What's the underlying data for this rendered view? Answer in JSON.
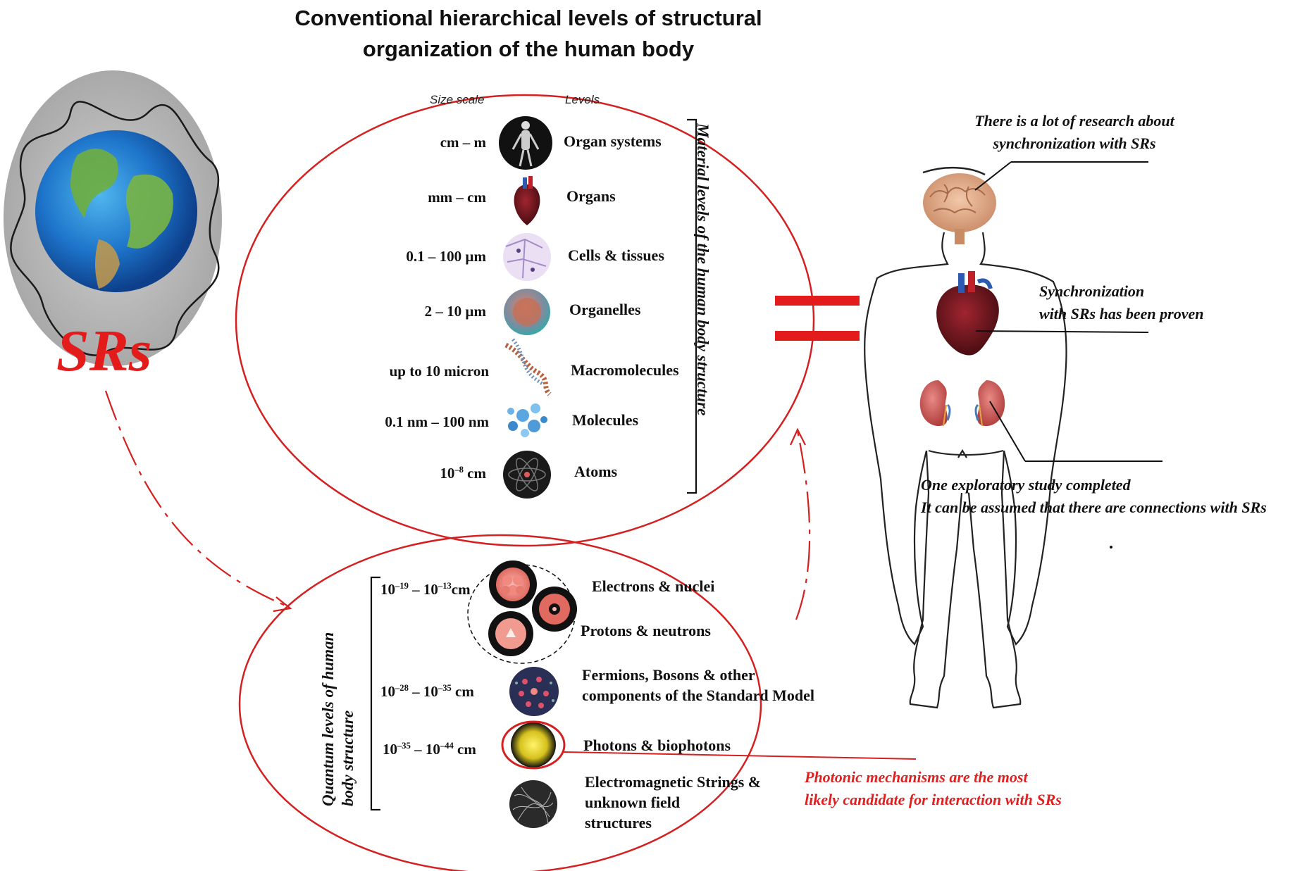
{
  "title_line1": "Conventional hierarchical levels of structural",
  "title_line2": "organization of the human body",
  "srs_label": "SRs",
  "headers": {
    "size_scale": "Size scale",
    "levels": "Levels"
  },
  "material_levels": [
    {
      "scale": "cm – m",
      "level": "Organ   systems",
      "icon": "human-body-icon"
    },
    {
      "scale": "mm – cm",
      "level": "Organs",
      "icon": "heart-icon"
    },
    {
      "scale": "0.1 – 100 µm",
      "level": "Cells & tissues",
      "icon": "cells-icon"
    },
    {
      "scale": "2 – 10 µm",
      "level": "Organelles",
      "icon": "organelle-icon"
    },
    {
      "scale": "up to 10 micron",
      "level": "Macromolecules",
      "icon": "dna-icon"
    },
    {
      "scale": "0.1 nm – 100 nm",
      "level": "Molecules",
      "icon": "molecules-icon"
    },
    {
      "scale_base": "10",
      "scale_exp": "–8",
      "scale_unit": "cm",
      "level": "Atoms",
      "icon": "atom-icon"
    }
  ],
  "material_bracket_label": "Material levels of the human body structure",
  "quantum_bracket_label_1": "Quantum levels of human",
  "quantum_bracket_label_2": "body structure",
  "quantum_levels": [
    {
      "a": "10",
      "ae": "–19",
      "b": "10",
      "be": "–13",
      "unit": "cm",
      "level_1": "Electrons & nuclei",
      "level_2": "Protons & neutrons"
    },
    {
      "a": "10",
      "ae": "–28",
      "b": "10",
      "be": "–35",
      "unit": " cm",
      "level_1": "Fermions, Bosons & other",
      "level_2": "components of the Standard Model"
    },
    {
      "a": "10",
      "ae": "–35",
      "b": "10",
      "be": "–44",
      "unit": " cm",
      "level_1": "Photons & biophotons"
    },
    {
      "level_1": "Electromagnetic Strings &",
      "level_2": "unknown field",
      "level_3": "structures"
    }
  ],
  "notes": {
    "brain_1": "There is a lot of research about",
    "brain_2": "synchronization with SRs",
    "heart_1": "Synchronization",
    "heart_2": "with SRs has been proven",
    "kidney_1": "One exploratory study completed",
    "kidney_2": "It can be assumed that there are connections with SRs",
    "photonic_1": "Photonic mechanisms are the most",
    "photonic_2": "likely candidate for interaction with SRs"
  },
  "colors": {
    "accent_red": "#e31b1b",
    "outline": "#1a1a1a"
  }
}
